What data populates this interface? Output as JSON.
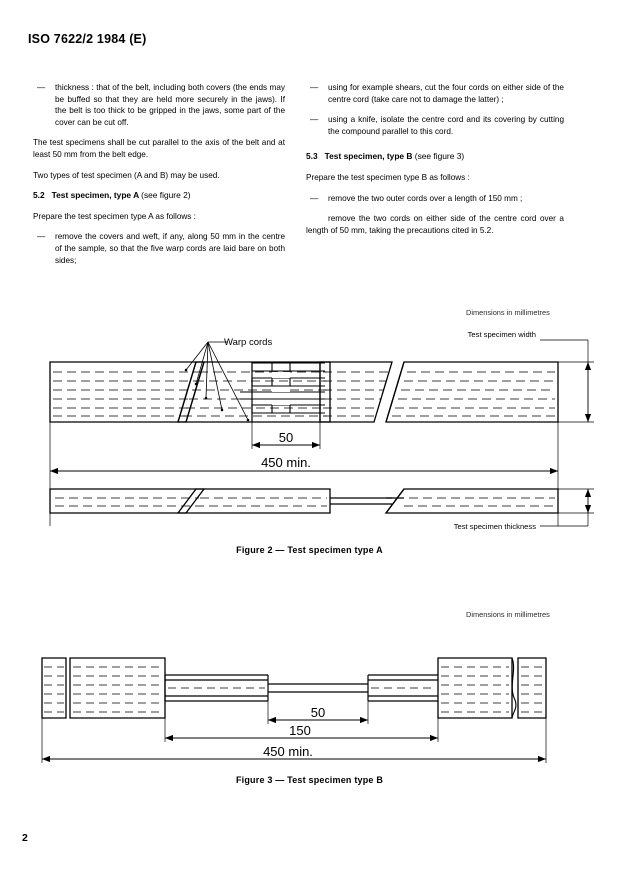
{
  "document": {
    "header": "ISO 7622/2 1984 (E)",
    "page_number": "2"
  },
  "left_column": {
    "item_thickness": "thickness : that of the belt, including both covers (the ends may be buffed so that they are held more securely in the jaws). If the belt is too thick to be gripped in the jaws, some part of the cover can be cut off.",
    "para_cut_parallel": "The test specimens shall be cut parallel to the axis of the belt and at least 50 mm from the belt edge.",
    "para_two_types": "Two types of test specimen (A and B) may be used.",
    "clause_52_num": "5.2",
    "clause_52_title": "Test specimen, type A",
    "clause_52_ref": "(see figure 2)",
    "para_prepare_a": "Prepare the test specimen type A as follows :",
    "item_remove_covers": "remove the covers and weft, if any, along 50 mm in the centre of the sample, so that the five warp cords are laid bare on both sides;"
  },
  "right_column": {
    "item_shears": "using for example shears, cut the four cords on either side of the centre cord (take care not to damage the latter) ;",
    "item_knife": "using a knife, isolate the centre cord and its covering by cutting the compound parallel to this cord.",
    "clause_53_num": "5.3",
    "clause_53_title": "Test specimen, type B",
    "clause_53_ref": "(see figure 3)",
    "para_prepare_b": "Prepare the test specimen type B as follows :",
    "item_remove_outer": "remove the two outer cords over a length of 150 mm ;",
    "item_remove_two": "remove the two cords on either side of the centre cord over a length of 50 mm, taking the precautions cited in 5.2."
  },
  "figure2": {
    "dimensions_note": "Dimensions in millimetres",
    "label_warp_cords": "Warp cords",
    "label_specimen_width": "Test specimen width",
    "label_specimen_thickness": "Test specimen thickness",
    "dim_50": "50",
    "dim_450": "450 min.",
    "caption": "Figure 2 — Test specimen type A"
  },
  "figure3": {
    "dimensions_note": "Dimensions in millimetres",
    "dim_50": "50",
    "dim_150": "150",
    "dim_450": "450 min.",
    "caption": "Figure 3 — Test specimen type B"
  }
}
